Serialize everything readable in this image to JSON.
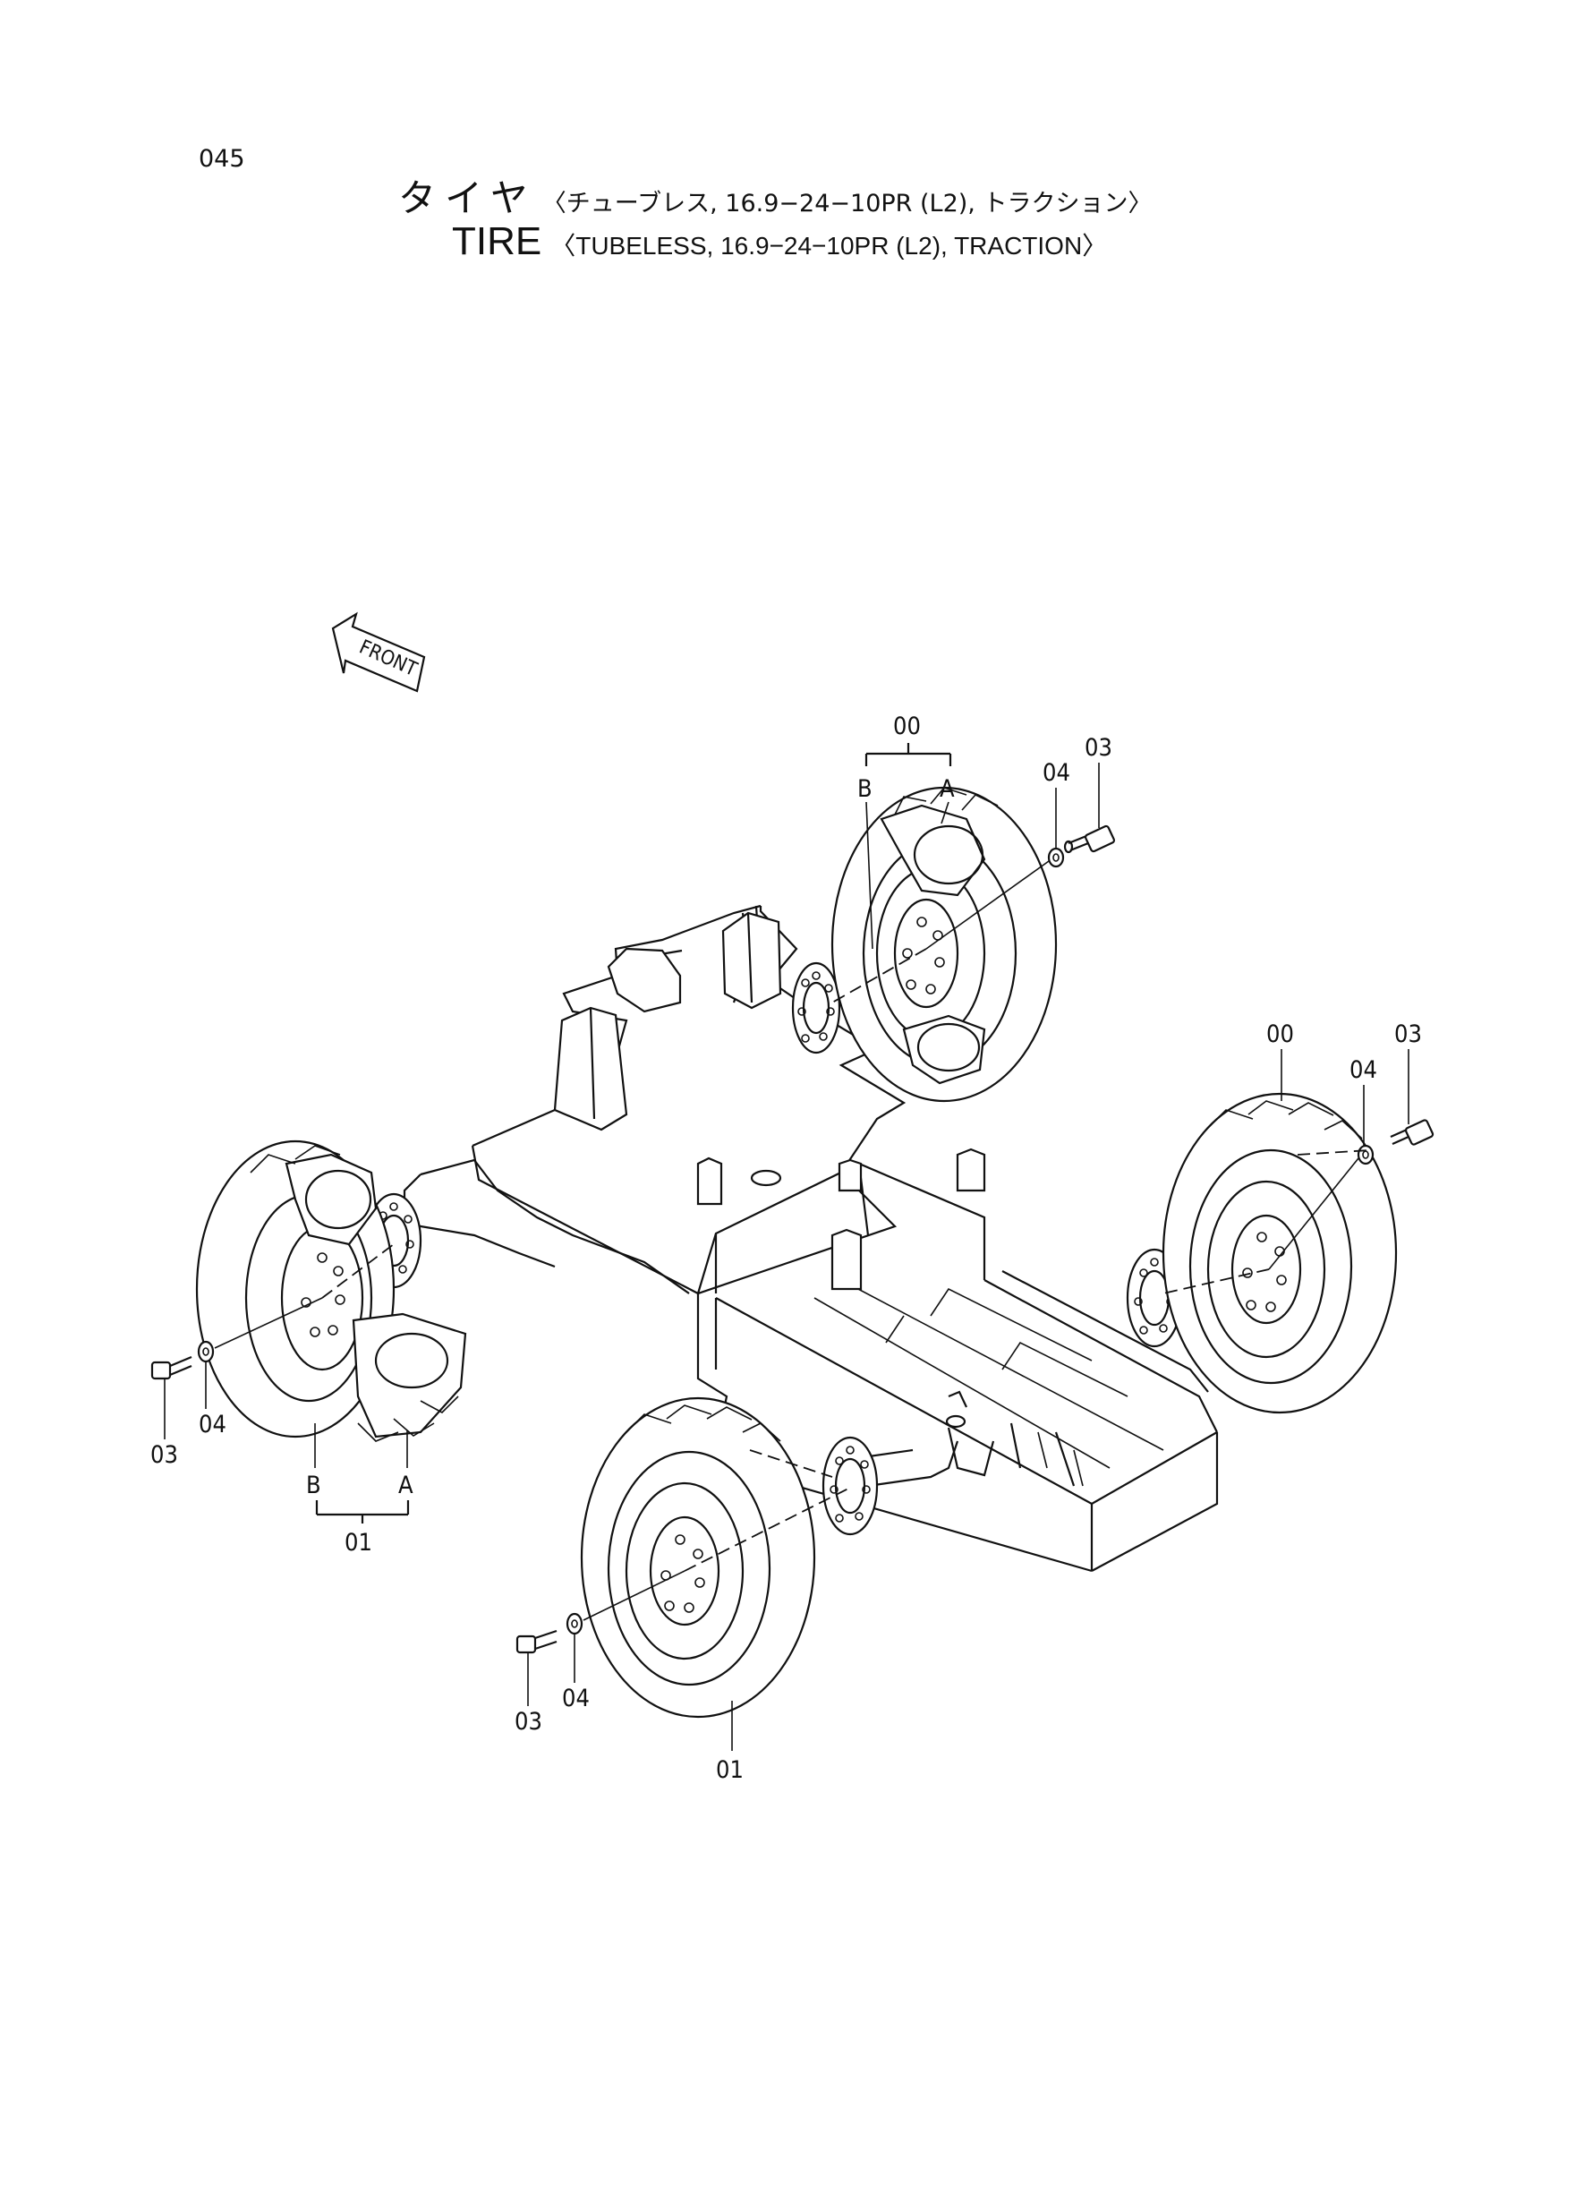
{
  "page_number": "045",
  "title_ja": {
    "main": "タイヤ",
    "sub": "〈チューブレス, 16.9−24−10PR (L2), トラクション〉"
  },
  "title_en": {
    "main": "TIRE",
    "sub": "〈TUBELESS, 16.9−24−10PR (L2), TRACTION〉"
  },
  "front_label": "FRONT",
  "callouts": {
    "tire_rear_right": "00",
    "tire_rear_left": "00",
    "tire_front_left": "01",
    "tire_front_right": "01",
    "bolt": "03",
    "washer": "04",
    "split_a": "A",
    "split_b": "B"
  }
}
